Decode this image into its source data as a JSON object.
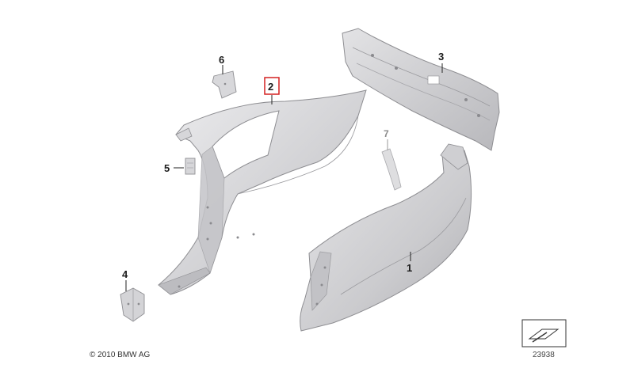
{
  "callouts": {
    "c1": "1",
    "c2": "2",
    "c3": "3",
    "c4": "4",
    "c5": "5",
    "c6": "6",
    "c7": "7"
  },
  "footer": {
    "copyright": "© 2010 BMW AG",
    "drawing_number": "23938"
  },
  "colors": {
    "panel_light": "#e4e4e6",
    "panel_mid": "#c9c9cc",
    "panel_dark": "#a7a7ab",
    "highlight_box": "#d42020"
  }
}
